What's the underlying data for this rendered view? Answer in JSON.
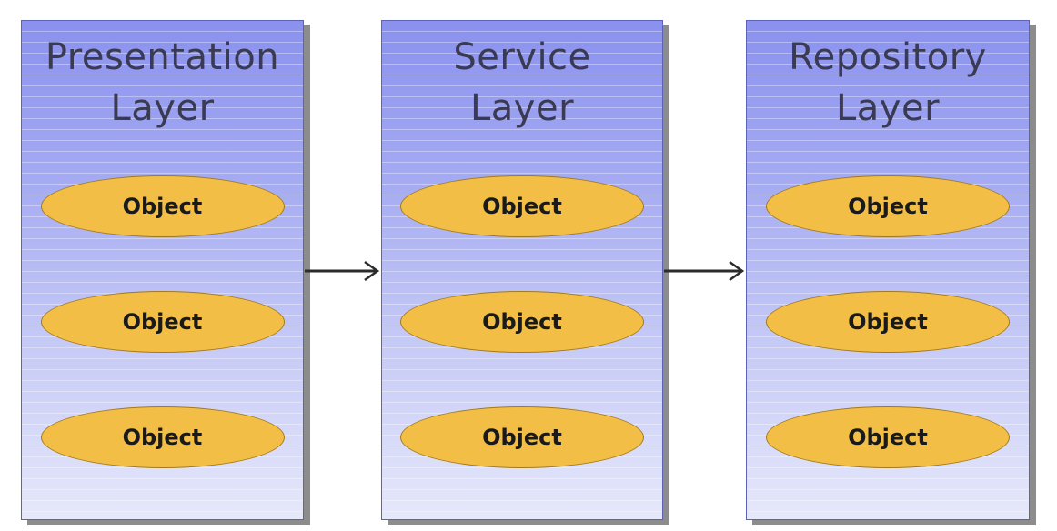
{
  "layers": [
    {
      "title_line1": "Presentation",
      "title_line2": "Layer",
      "objects": [
        "Object",
        "Object",
        "Object"
      ]
    },
    {
      "title_line1": "Service",
      "title_line2": "Layer",
      "objects": [
        "Object",
        "Object",
        "Object"
      ]
    },
    {
      "title_line1": "Repository",
      "title_line2": "Layer",
      "objects": [
        "Object",
        "Object",
        "Object"
      ]
    }
  ],
  "colors": {
    "layer_fill_top": "#8a91ee",
    "layer_fill_bottom": "#e6e8fb",
    "object_fill": "#f2be46",
    "arrow": "#2b2b2b"
  }
}
